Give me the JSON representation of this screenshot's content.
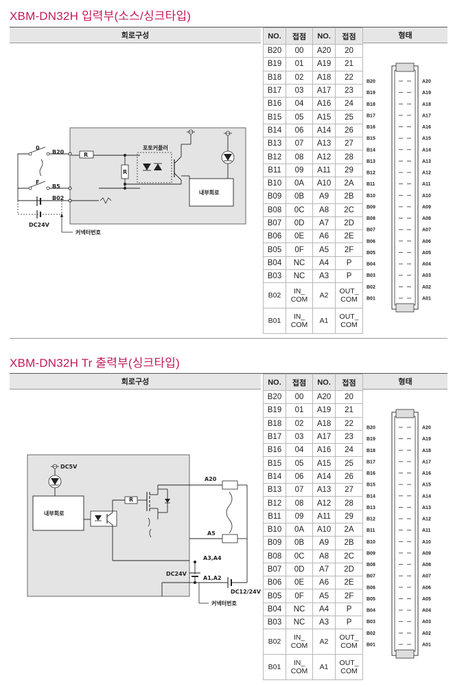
{
  "sections": [
    {
      "title": "XBM-DN32H 입력부(소스/싱크타입)",
      "headers": {
        "circuit": "회로구성",
        "no": "NO.",
        "contact": "접점",
        "no2": "NO.",
        "contact2": "접점",
        "shape": "형태"
      },
      "rows": [
        {
          "b": "B20",
          "bc": "00",
          "a": "A20",
          "ac": "20"
        },
        {
          "b": "B19",
          "bc": "01",
          "a": "A19",
          "ac": "21"
        },
        {
          "b": "B18",
          "bc": "02",
          "a": "A18",
          "ac": "22"
        },
        {
          "b": "B17",
          "bc": "03",
          "a": "A17",
          "ac": "23"
        },
        {
          "b": "B16",
          "bc": "04",
          "a": "A16",
          "ac": "24"
        },
        {
          "b": "B15",
          "bc": "05",
          "a": "A15",
          "ac": "25"
        },
        {
          "b": "B14",
          "bc": "06",
          "a": "A14",
          "ac": "26"
        },
        {
          "b": "B13",
          "bc": "07",
          "a": "A13",
          "ac": "27"
        },
        {
          "b": "B12",
          "bc": "08",
          "a": "A12",
          "ac": "28"
        },
        {
          "b": "B11",
          "bc": "09",
          "a": "A11",
          "ac": "29"
        },
        {
          "b": "B10",
          "bc": "0A",
          "a": "A10",
          "ac": "2A"
        },
        {
          "b": "B09",
          "bc": "0B",
          "a": "A9",
          "ac": "2B"
        },
        {
          "b": "B08",
          "bc": "0C",
          "a": "A8",
          "ac": "2C"
        },
        {
          "b": "B07",
          "bc": "0D",
          "a": "A7",
          "ac": "2D"
        },
        {
          "b": "B06",
          "bc": "0E",
          "a": "A6",
          "ac": "2E"
        },
        {
          "b": "B05",
          "bc": "0F",
          "a": "A5",
          "ac": "2F"
        },
        {
          "b": "B04",
          "bc": "NC",
          "a": "A4",
          "ac": "P"
        },
        {
          "b": "B03",
          "bc": "NC",
          "a": "A3",
          "ac": "P"
        },
        {
          "b": "B02",
          "bc": "IN_\nCOM",
          "a": "A2",
          "ac": "OUT_\nCOM"
        },
        {
          "b": "B01",
          "bc": "IN_\nCOM",
          "a": "A1",
          "ac": "OUT_\nCOM"
        }
      ],
      "diagram": {
        "b20": "B20",
        "b5": "B5",
        "b02": "B02",
        "zero": "0",
        "f": "F",
        "r": "R",
        "photocoupler": "포토커플러",
        "internal": "내부회로",
        "dc": "DC24V",
        "connector": "커넥터번호"
      }
    },
    {
      "title": "XBM-DN32H Tr 출력부(싱크타입)",
      "headers": {
        "circuit": "회로구성",
        "no": "NO.",
        "contact": "접점",
        "no2": "NO.",
        "contact2": "접점",
        "shape": "형태"
      },
      "rows": [
        {
          "b": "B20",
          "bc": "00",
          "a": "A20",
          "ac": "20"
        },
        {
          "b": "B19",
          "bc": "01",
          "a": "A19",
          "ac": "21"
        },
        {
          "b": "B18",
          "bc": "02",
          "a": "A18",
          "ac": "22"
        },
        {
          "b": "B17",
          "bc": "03",
          "a": "A17",
          "ac": "23"
        },
        {
          "b": "B16",
          "bc": "04",
          "a": "A16",
          "ac": "24"
        },
        {
          "b": "B15",
          "bc": "05",
          "a": "A15",
          "ac": "25"
        },
        {
          "b": "B14",
          "bc": "06",
          "a": "A14",
          "ac": "26"
        },
        {
          "b": "B13",
          "bc": "07",
          "a": "A13",
          "ac": "27"
        },
        {
          "b": "B12",
          "bc": "08",
          "a": "A12",
          "ac": "28"
        },
        {
          "b": "B11",
          "bc": "09",
          "a": "A11",
          "ac": "29"
        },
        {
          "b": "B10",
          "bc": "0A",
          "a": "A10",
          "ac": "2A"
        },
        {
          "b": "B09",
          "bc": "0B",
          "a": "A9",
          "ac": "2B"
        },
        {
          "b": "B08",
          "bc": "0C",
          "a": "A8",
          "ac": "2C"
        },
        {
          "b": "B07",
          "bc": "0D",
          "a": "A7",
          "ac": "2D"
        },
        {
          "b": "B06",
          "bc": "0E",
          "a": "A6",
          "ac": "2E"
        },
        {
          "b": "B05",
          "bc": "0F",
          "a": "A5",
          "ac": "2F"
        },
        {
          "b": "B04",
          "bc": "NC",
          "a": "A4",
          "ac": "P"
        },
        {
          "b": "B03",
          "bc": "NC",
          "a": "A3",
          "ac": "P"
        },
        {
          "b": "B02",
          "bc": "IN_\nCOM",
          "a": "A2",
          "ac": "OUT_\nCOM"
        },
        {
          "b": "B01",
          "bc": "IN_\nCOM",
          "a": "A1",
          "ac": "OUT_\nCOM"
        }
      ],
      "diagram": {
        "dc5": "DC5V",
        "internal": "내부회로",
        "r": "R",
        "a20": "A20",
        "a5": "A5",
        "a34": "A3,A4",
        "a12": "A1,A2",
        "dc24": "DC24V",
        "dc1224": "DC12/24V",
        "connector": "커넥터번호"
      }
    }
  ],
  "connector": {
    "left_pins": [
      "B20",
      "B19",
      "B18",
      "B17",
      "B16",
      "B15",
      "B14",
      "B13",
      "B12",
      "B11",
      "B10",
      "B09",
      "B08",
      "B07",
      "B06",
      "B05",
      "B04",
      "B03",
      "B02",
      "B01"
    ],
    "right_pins": [
      "A20",
      "A19",
      "A18",
      "A17",
      "A16",
      "A15",
      "A14",
      "A13",
      "A12",
      "A11",
      "A10",
      "A09",
      "A08",
      "A07",
      "A06",
      "A05",
      "A04",
      "A03",
      "A02",
      "A01"
    ]
  }
}
